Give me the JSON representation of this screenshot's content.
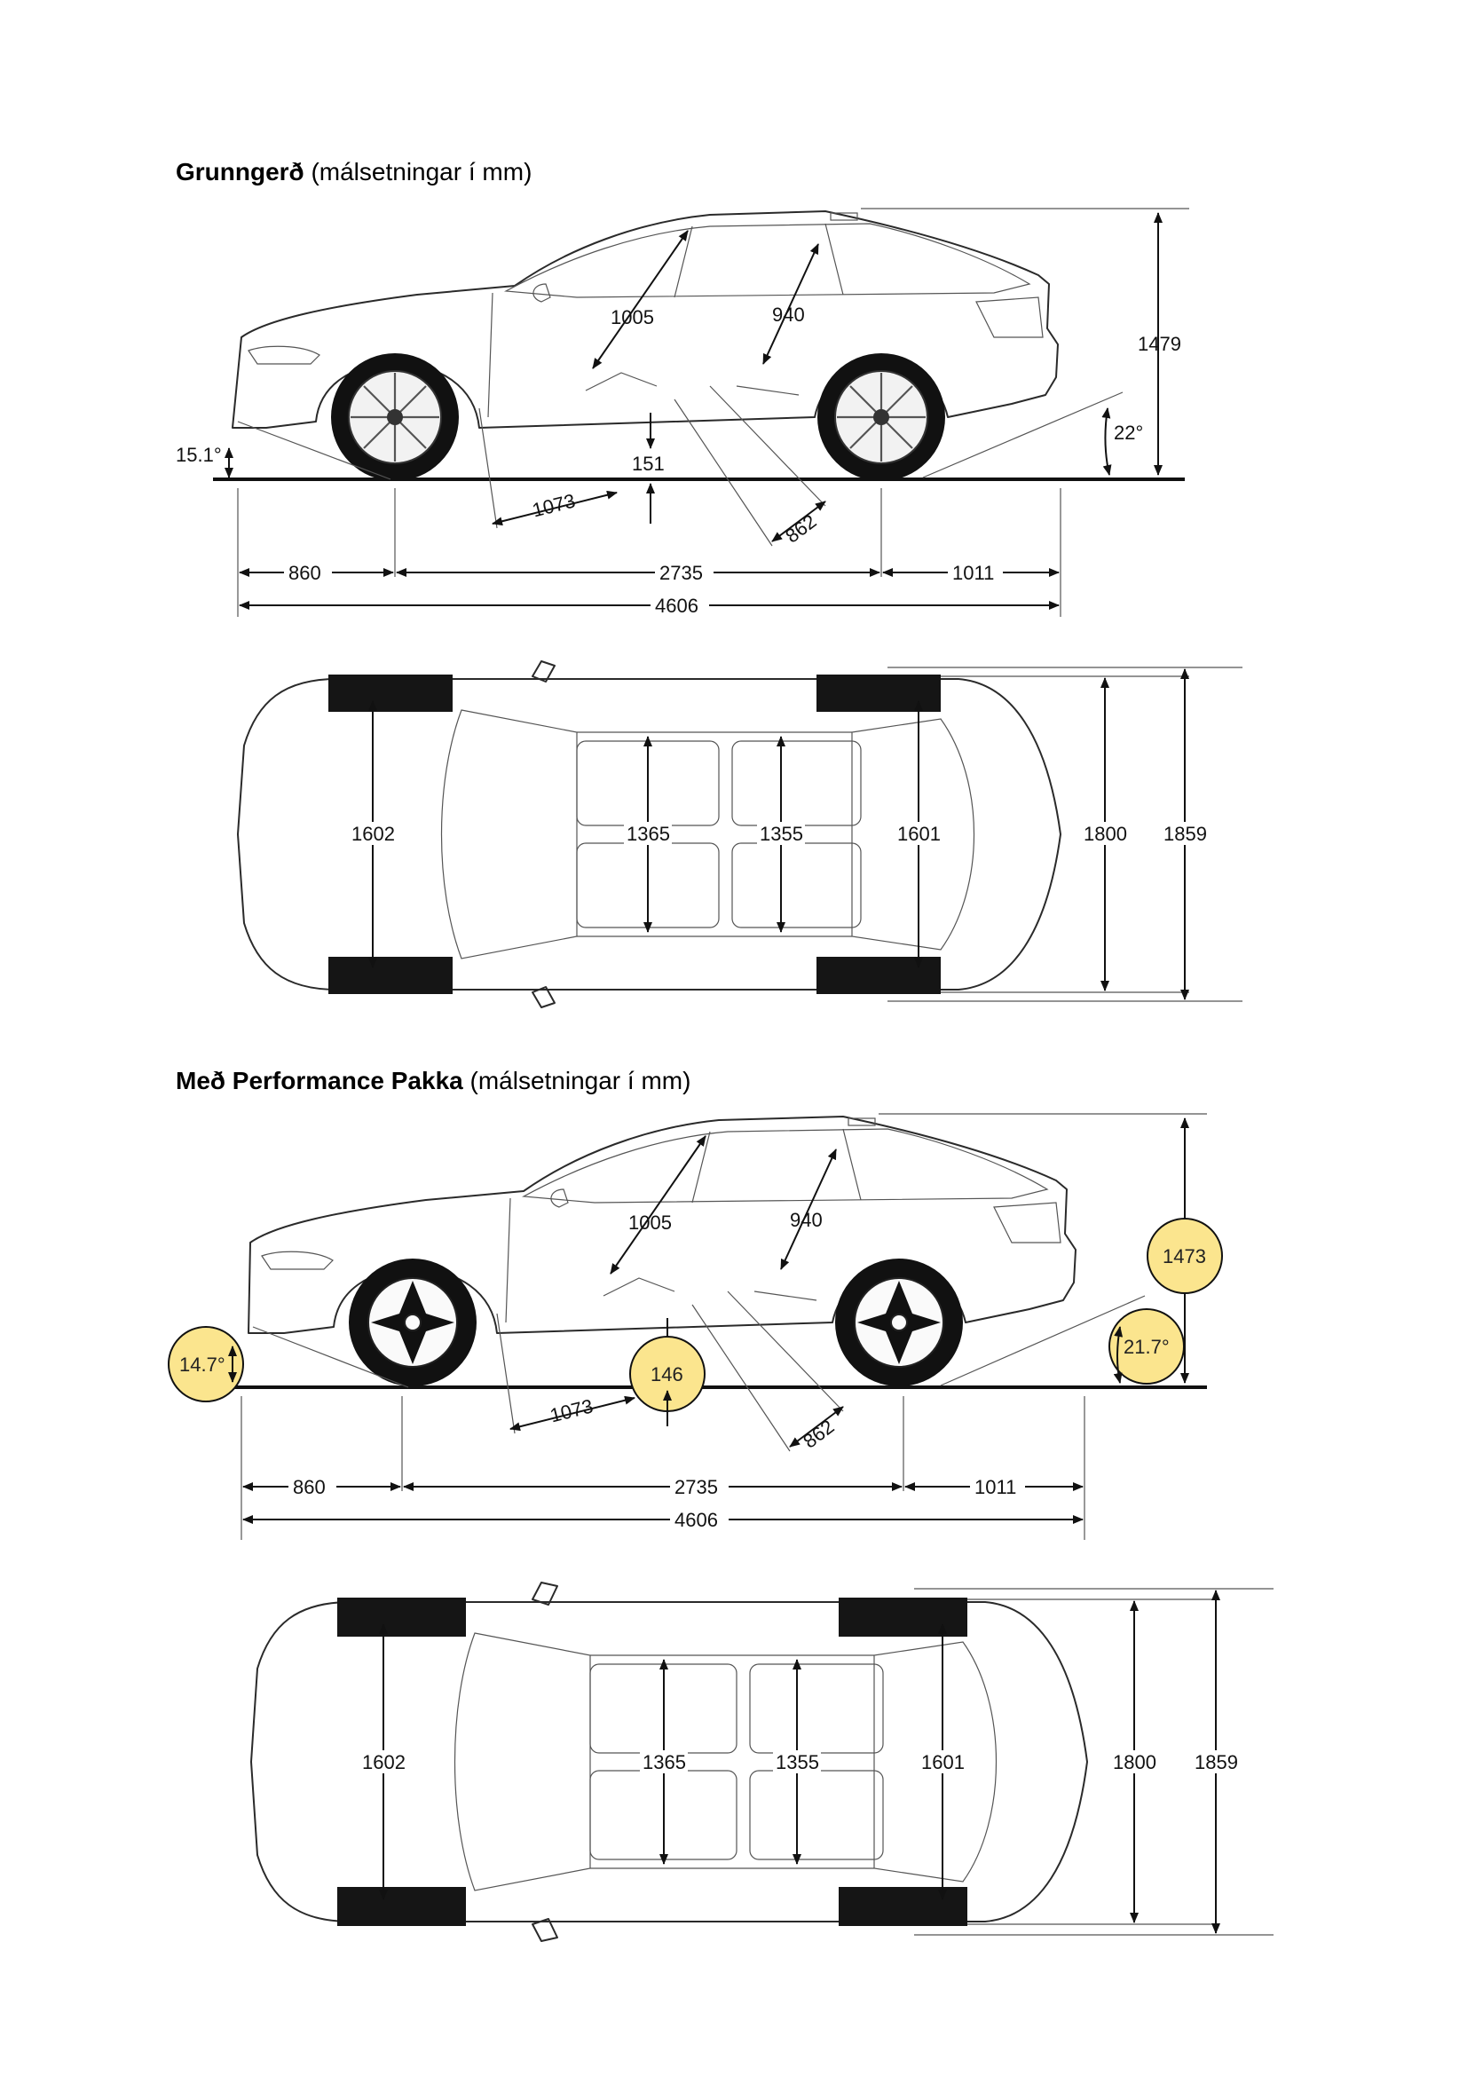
{
  "sections": [
    {
      "title_bold": "Grunngerð",
      "title_rest": " (málsetningar í mm)",
      "side_view": {
        "approach_angle": "15.1°",
        "departure_angle": "22°",
        "height": "1479",
        "front_headroom": "1005",
        "rear_headroom": "940",
        "ground_clearance": "151",
        "front_legroom": "1073",
        "rear_legroom": "862",
        "front_overhang": "860",
        "wheelbase": "2735",
        "rear_overhang": "1011",
        "length": "4606"
      },
      "top_view": {
        "front_track": "1602",
        "front_shoulder": "1365",
        "rear_shoulder": "1355",
        "rear_track": "1601",
        "width": "1800",
        "width_mirrors": "1859"
      }
    },
    {
      "title_bold": "Með Performance Pakka",
      "title_rest": " (málsetningar í mm)",
      "side_view": {
        "approach_angle": "14.7°",
        "departure_angle": "21.7°",
        "height": "1473",
        "front_headroom": "1005",
        "rear_headroom": "940",
        "ground_clearance": "146",
        "front_legroom": "1073",
        "rear_legroom": "862",
        "front_overhang": "860",
        "wheelbase": "2735",
        "rear_overhang": "1011",
        "length": "4606"
      },
      "top_view": {
        "front_track": "1602",
        "front_shoulder": "1365",
        "rear_shoulder": "1355",
        "rear_track": "1601",
        "width": "1800",
        "width_mirrors": "1859"
      },
      "highlight_color": "#fbe58e"
    }
  ]
}
